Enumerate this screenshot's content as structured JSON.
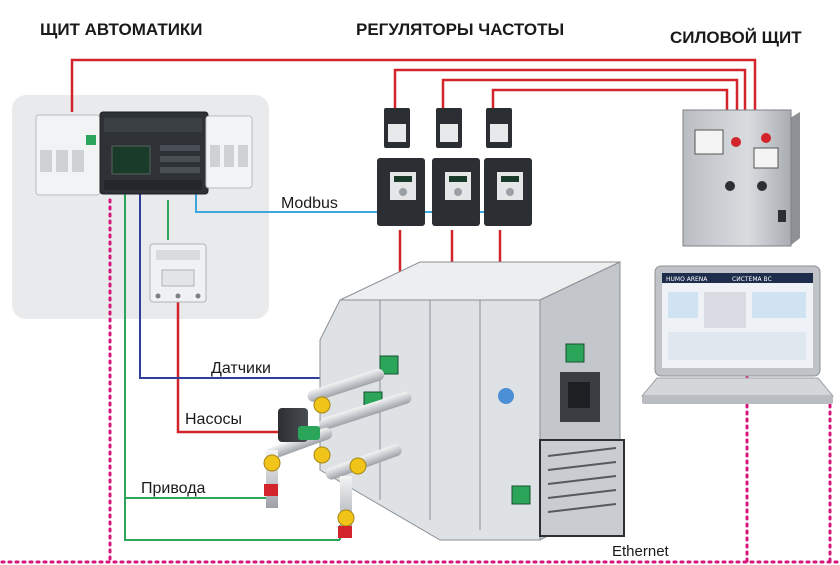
{
  "titles": {
    "automation_panel": "ЩИТ АВТОМАТИКИ",
    "frequency_regulators": "РЕГУЛЯТОРЫ ЧАСТОТЫ",
    "power_panel": "СИЛОВОЙ ЩИТ"
  },
  "labels": {
    "modbus": "Modbus",
    "sensors": "Датчики",
    "pumps": "Насосы",
    "actuators": "Привода",
    "ethernet": "Ethernet"
  },
  "laptop_screen": {
    "logo": "HUMO ARENA",
    "header": "СИСТЕМА ВС"
  },
  "colors": {
    "power_line": "#d3242b",
    "modbus_line": "#3ba7dc",
    "sensor_line": "#2f3e9a",
    "actuator_line": "#2aa55a",
    "ethernet_line": "#d6157a",
    "panel_bg": "#e9eaec"
  }
}
